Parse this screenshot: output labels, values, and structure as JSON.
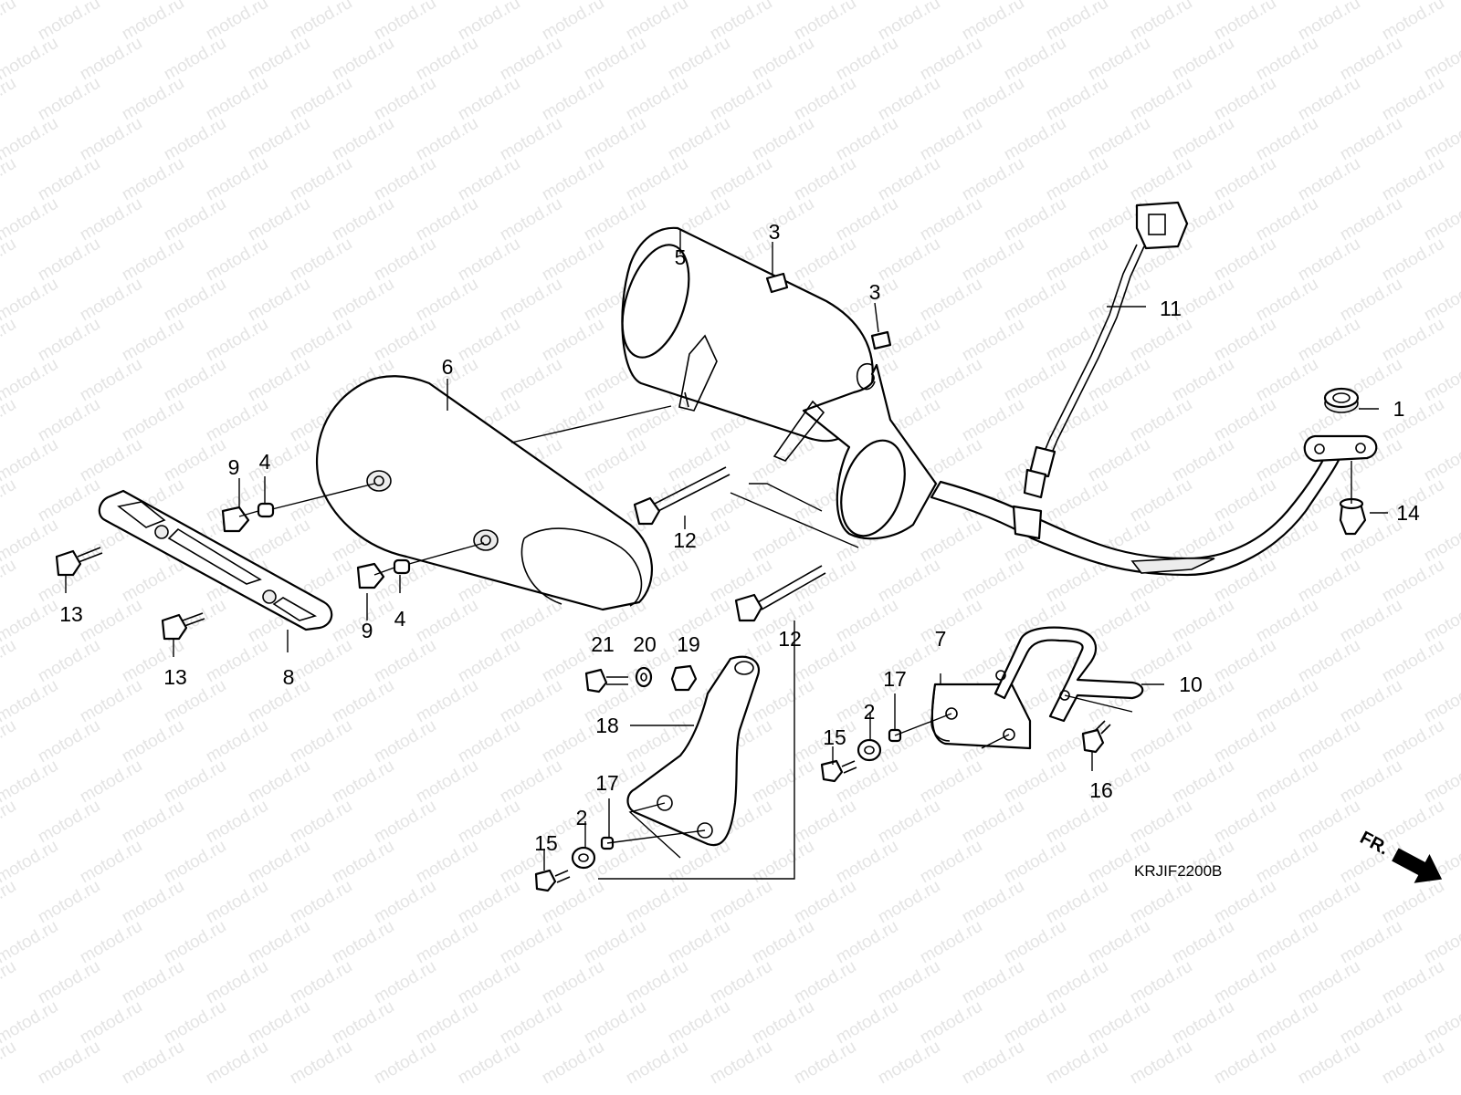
{
  "watermark": "motod.ru",
  "diagram_code": "KRJIF2200B",
  "front_marker": "FR.",
  "callouts": {
    "c1": "1",
    "c2a": "2",
    "c2b": "2",
    "c3a": "3",
    "c3b": "3",
    "c4a": "4",
    "c4b": "4",
    "c5": "5",
    "c6": "6",
    "c7": "7",
    "c8": "8",
    "c9a": "9",
    "c9b": "9",
    "c10": "10",
    "c11": "11",
    "c12a": "12",
    "c12b": "12",
    "c13a": "13",
    "c13b": "13",
    "c14": "14",
    "c15a": "15",
    "c15b": "15",
    "c16": "16",
    "c17a": "17",
    "c17b": "17",
    "c18": "18",
    "c19": "19",
    "c20": "20",
    "c21": "21"
  }
}
